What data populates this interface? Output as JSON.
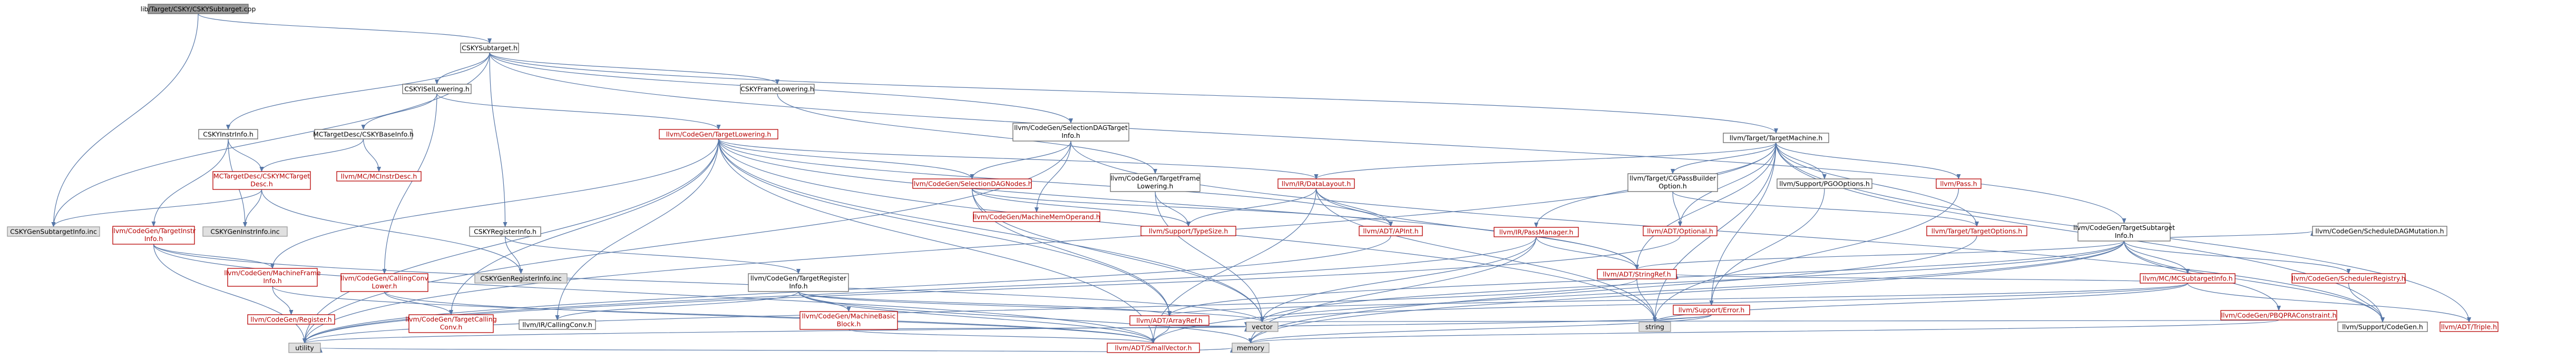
{
  "title": "CSKYSubtarget.cpp include dependency graph",
  "colors": {
    "edge": "#5878a8",
    "link_text": "#b60000",
    "root_fill": "#999999",
    "external_fill": "#e0e0e0"
  },
  "nodes": {
    "root": "lib/Target/CSKY/CSKYSubtarget.cpp",
    "csky_subtarget_h": "CSKYSubtarget.h",
    "csky_gen_subtarget_inc": "CSKYGenSubtargetInfo.inc",
    "csky_isel_lowering_h": "CSKYISelLowering.h",
    "csky_frame_lowering_h": "CSKYFrameLowering.h",
    "selectiondag_targetinfo_h": "llvm/CodeGen/SelectionDAGTarget\nInfo.h",
    "target_machine_h": "llvm/Target/TargetMachine.h",
    "target_subtarget_info_h": "llvm/CodeGen/TargetSubtarget\nInfo.h",
    "csky_instrinfo_h": "CSKYInstrInfo.h",
    "mctargetdesc_baseinfo_h": "MCTargetDesc/CSKYBaseInfo.h",
    "target_lowering_h": "llvm/CodeGen/TargetLowering.h",
    "csky_register_info_h": "CSKYRegisterInfo.h",
    "mcinstrdesc_h": "llvm/MC/MCInstrDesc.h",
    "csky_mctargetdesc_h": "MCTargetDesc/CSKYMCTarget\nDesc.h",
    "target_instrinfo_h": "llvm/CodeGen/TargetInstr\nInfo.h",
    "csky_gen_instrinfo_inc": "CSKYGenInstrInfo.inc",
    "selectiondag_nodes_h": "llvm/CodeGen/SelectionDAGNodes.h",
    "machine_mem_operand_h": "llvm/CodeGen/MachineMemOperand.h",
    "target_frame_lowering_h": "llvm/CodeGen/TargetFrame\nLowering.h",
    "data_layout_h": "llvm/IR/DataLayout.h",
    "support_typesize_h": "llvm/Support/TypeSize.h",
    "calling_conv_lower_h": "llvm/CodeGen/CallingConv\nLower.h",
    "target_register_info_h": "llvm/CodeGen/TargetRegister\nInfo.h",
    "csky_gen_register_info_inc": "CSKYGenRegisterInfo.inc",
    "machine_frame_info_h": "llvm/CodeGen/MachineFrame\nInfo.h",
    "target_calling_conv_h": "llvm/CodeGen/TargetCalling\nConv.h",
    "ir_calling_conv_h": "llvm/IR/CallingConv.h",
    "machine_basic_block_h": "llvm/CodeGen/MachineBasic\nBlock.h",
    "codegen_register_h": "llvm/CodeGen/Register.h",
    "adt_arrayref_h": "llvm/ADT/ArrayRef.h",
    "adt_smallvector_h": "llvm/ADT/SmallVector.h",
    "adt_apint_h": "llvm/ADT/APInt.h",
    "target_cgpassbuilder_option_h": "llvm/Target/CGPassBuilder\nOption.h",
    "support_pgooptions_h": "llvm/Support/PGOOptions.h",
    "adt_optional_h": "llvm/ADT/Optional.h",
    "ir_passmanager_h": "llvm/IR/PassManager.h",
    "adt_stringref_h": "llvm/ADT/StringRef.h",
    "support_error_h": "llvm/Support/Error.h",
    "pass_h": "llvm/Pass.h",
    "target_options_h": "llvm/Target/TargetOptions.h",
    "mcsubtargetinfo_h": "llvm/MC/MCSubtargetInfo.h",
    "pbqp_constraint_h": "llvm/CodeGen/PBQPRAConstraint.h",
    "scheduler_registry_h": "llvm/CodeGen/SchedulerRegistry.h",
    "schedule_dag_mutation_h": "llvm/CodeGen/ScheduleDAGMutation.h",
    "support_codegen_h": "llvm/Support/CodeGen.h",
    "adt_triple_h": "llvm/ADT/Triple.h",
    "vector": "vector",
    "string": "string",
    "utility": "utility",
    "memory": "memory"
  }
}
